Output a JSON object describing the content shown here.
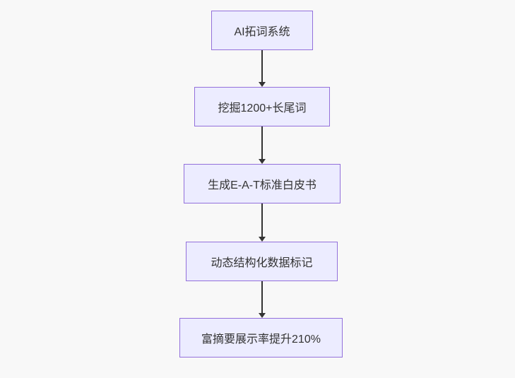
{
  "diagram": {
    "type": "flowchart",
    "direction": "top-down",
    "nodes": [
      {
        "id": "n1",
        "label": "AI拓词系统"
      },
      {
        "id": "n2",
        "label": "挖掘1200+长尾词"
      },
      {
        "id": "n3",
        "label": "生成E-A-T标准白皮书"
      },
      {
        "id": "n4",
        "label": "动态结构化数据标记"
      },
      {
        "id": "n5",
        "label": "富摘要展示率提升210%"
      }
    ],
    "edges": [
      {
        "from": "n1",
        "to": "n2",
        "style": "arrow-down"
      },
      {
        "from": "n2",
        "to": "n3",
        "style": "arrow-down"
      },
      {
        "from": "n3",
        "to": "n4",
        "style": "arrow-down"
      },
      {
        "from": "n4",
        "to": "n5",
        "style": "arrow-down"
      }
    ],
    "colors": {
      "node_fill": "#ECECFF",
      "node_border": "#9370DB",
      "text": "#333333",
      "arrow": "#333333",
      "background": "#f8f8f8"
    }
  }
}
